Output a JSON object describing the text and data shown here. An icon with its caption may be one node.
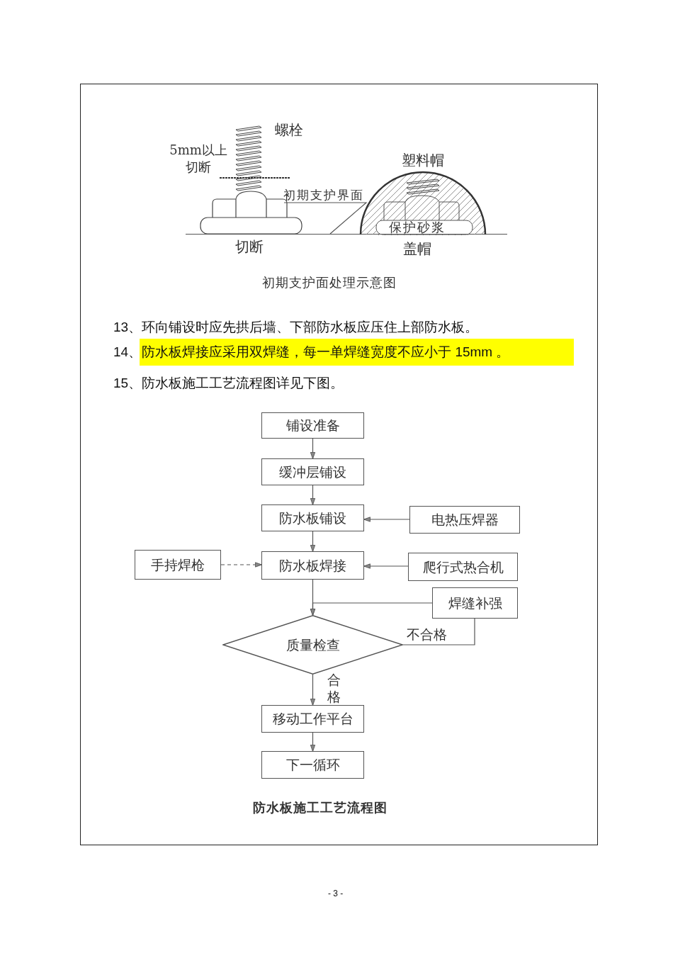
{
  "diagram": {
    "nodes": [
      {
        "text": [
          "初期支护界面"
        ]
      },
      {
        "text": [
          "铺设准备"
        ]
      },
      {
        "text": [
          "缓冲层铺设"
        ]
      },
      {
        "text": [
          "防水板铺设"
        ]
      },
      {
        "text": [
          "电热压焊器"
        ]
      },
      {
        "text": [
          "手持焊枪"
        ]
      },
      {
        "text": [
          "防水板焊接"
        ]
      },
      {
        "text": [
          "爬行式热合机"
        ]
      },
      {
        "text": [
          "焊缝补强"
        ]
      },
      {
        "text": [
          "质量检查"
        ]
      },
      {
        "text": [
          "移动工作平台"
        ]
      },
      {
        "text": [
          "下一循环"
        ]
      }
    ],
    "edges": [
      {
        "from": 0,
        "to": null,
        "arrow": "none"
      },
      {
        "from": 1,
        "to": 2,
        "arrow": "to"
      },
      {
        "from": 2,
        "to": 3,
        "arrow": "to"
      },
      {
        "from": 4,
        "to": 3,
        "arrow": "to"
      },
      {
        "from": 3,
        "to": 6,
        "arrow": "to"
      },
      {
        "from": 5,
        "to": 6,
        "arrow": "to",
        "style": "dashed"
      },
      {
        "from": 7,
        "to": 6,
        "arrow": "to"
      },
      {
        "from": 6,
        "to": 9,
        "arrow": "to"
      },
      {
        "from": 8,
        "to": 9,
        "arrow": "to"
      },
      {
        "from": 9,
        "to": 8,
        "arrow": "none",
        "label": "不合格"
      },
      {
        "from": 9,
        "to": 10,
        "arrow": "to",
        "label": "合格"
      },
      {
        "from": 10,
        "to": 11,
        "arrow": "to"
      }
    ],
    "labels": [
      "螺栓",
      "5mm以上切断",
      "塑料帽",
      "保护砂浆",
      "切断",
      "盖帽",
      "初期支护面处理示意图",
      "13、环向铺设时应先拱后墙、下部防水板应压住上部防水板。",
      "14、防水板焊接应采用双焊缝，每一单焊缝宽度不应小于 15mm 。",
      "15、防水板施工工艺流程图详见下图。",
      "防水板施工工艺流程图",
      "- 3 -"
    ]
  }
}
